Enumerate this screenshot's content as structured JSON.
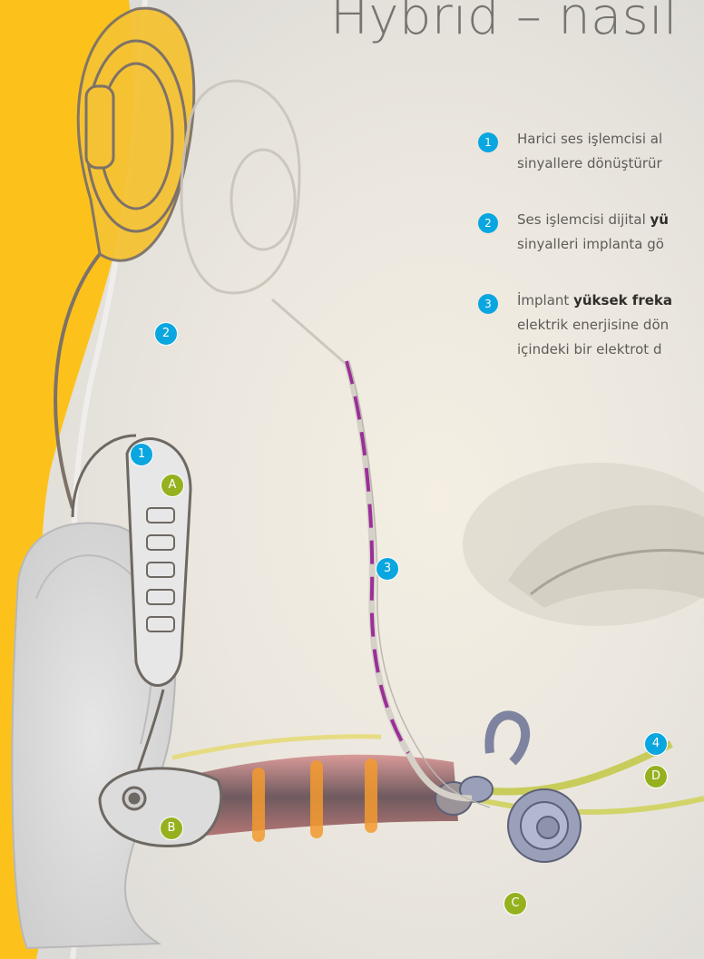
{
  "title": "Hybrid – nasıl",
  "steps": [
    {
      "num": "1",
      "line1": "Harici ses işlemcisi al",
      "line2": "sinyallere dönüştürür"
    },
    {
      "num": "2",
      "line1_pre": "Ses işlemcisi dijital ",
      "line1_bold": "yü",
      "line2": "sinyalleri implanta gö"
    },
    {
      "num": "3",
      "line1_pre": "İmplant ",
      "line1_bold": "yüksek freka",
      "line2": "elektrik enerjisine dön",
      "line3": "içindeki bir elektrot d"
    }
  ],
  "markers": {
    "blue": [
      "1",
      "2",
      "3",
      "4"
    ],
    "green": [
      "A",
      "B",
      "C",
      "D"
    ]
  },
  "colors": {
    "accent_yellow": "#fcc21b",
    "marker_blue": "#0aa6e0",
    "marker_green": "#95b11e",
    "electrode_purple": "#9b2f98"
  }
}
